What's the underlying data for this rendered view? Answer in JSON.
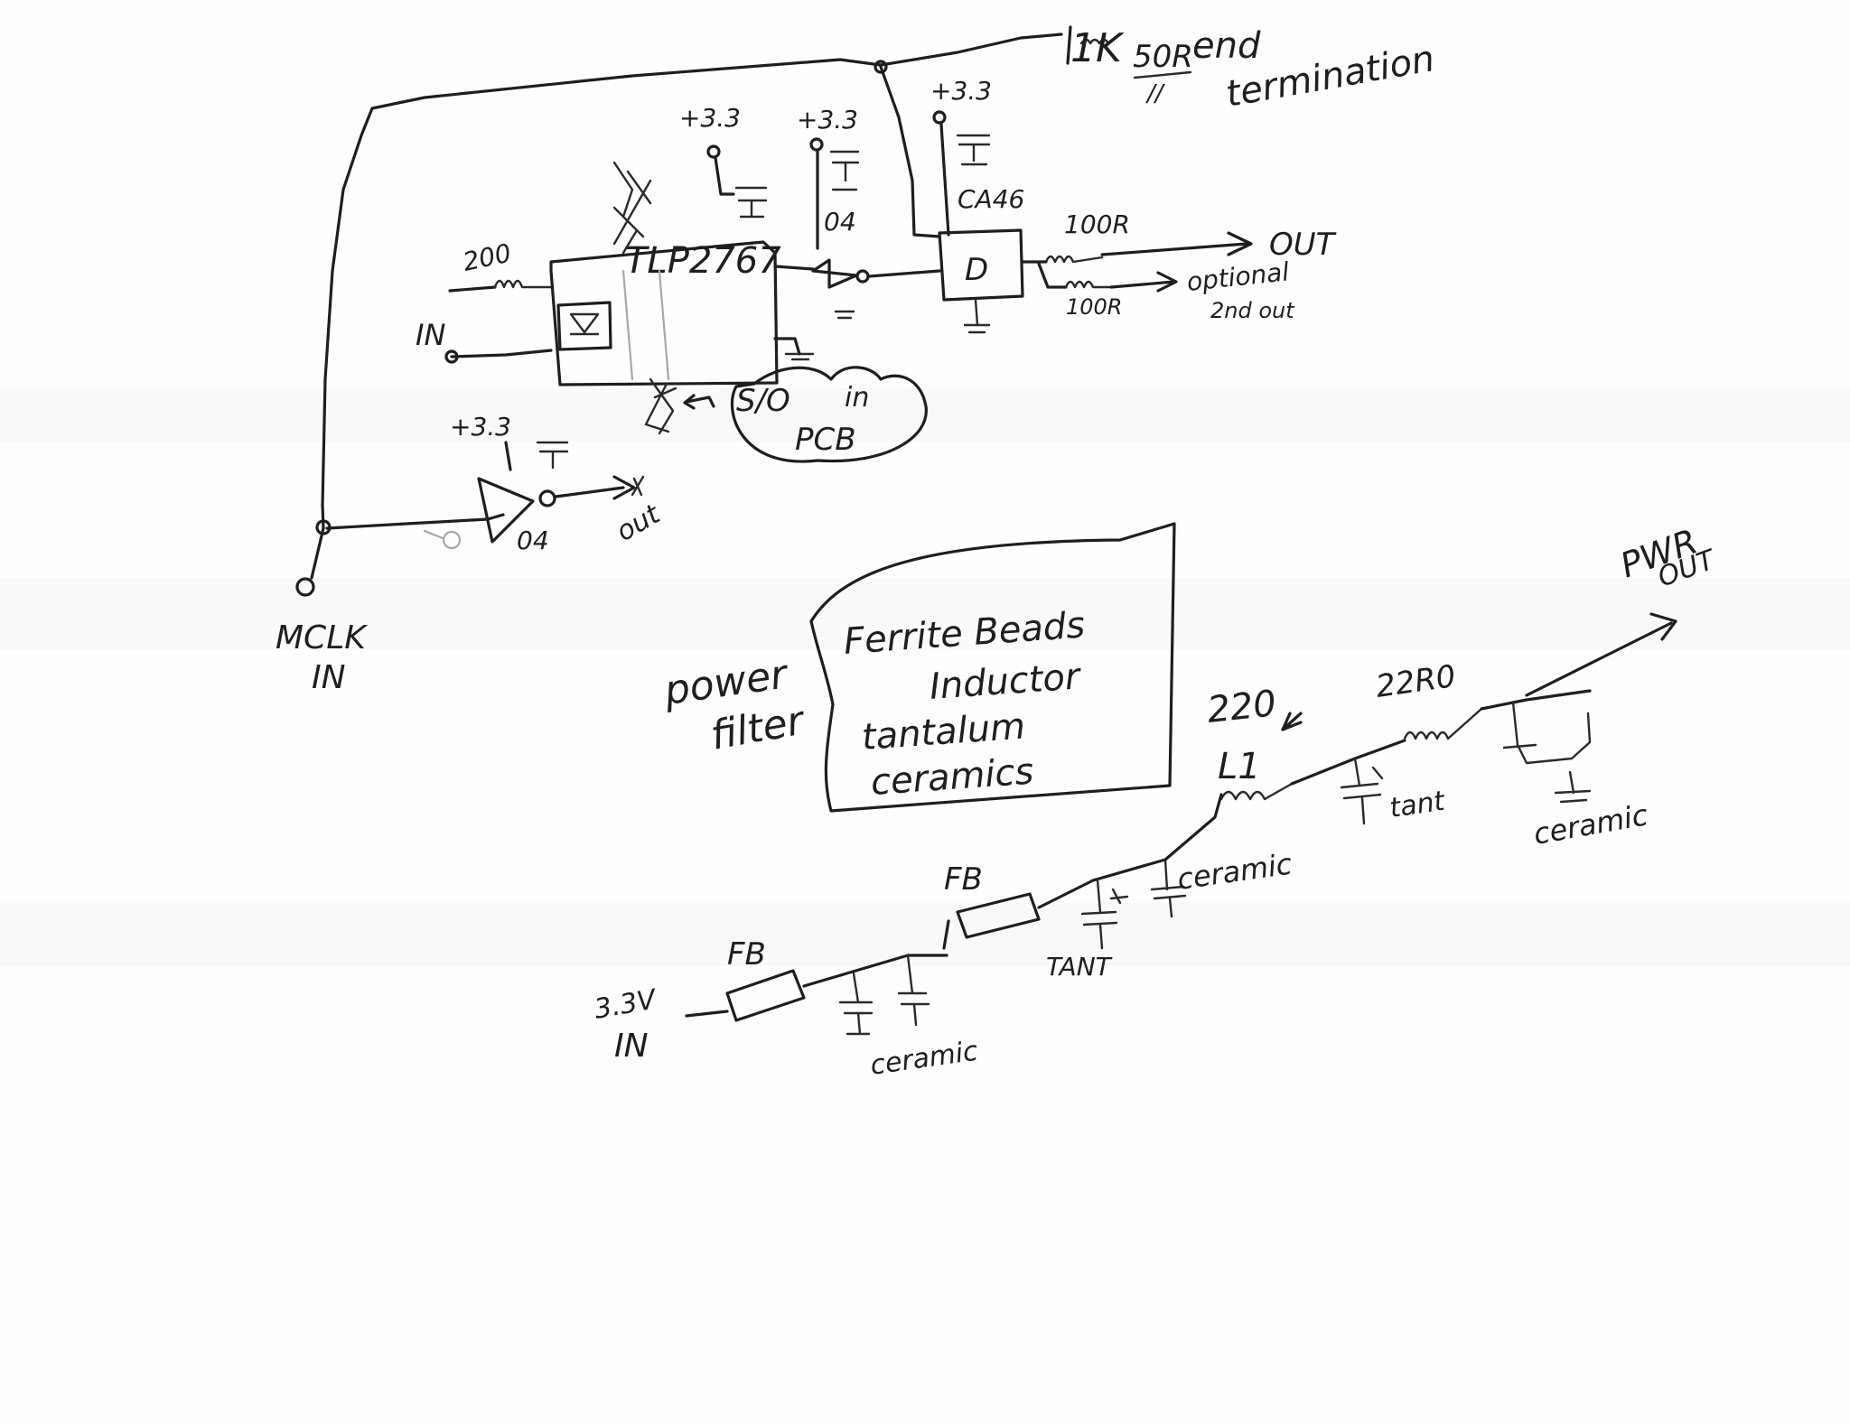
{
  "labels": {
    "termination_1": "1K",
    "termination_2": "50R",
    "termination_3": "end",
    "termination_4": "termination",
    "v_supply_1": "+3.3",
    "v_supply_2": "+3.3",
    "v_supply_3": "+3.3",
    "v_supply_4": "+3.3",
    "part_ca46": "CA46",
    "part_04_top": "04",
    "part_04_bottom": "04",
    "res_200": "200",
    "optocoupler": "TLP2767",
    "res_100r_1": "100R",
    "res_100r_2": "100R",
    "out": "OUT",
    "optional_1": "optional",
    "optional_2": "2nd out",
    "in": "IN",
    "solder_1": "S/O",
    "solder_2": "in",
    "solder_3": "PCB",
    "d_flipflop": "D",
    "out_bottom": "out",
    "mclk_1": "MCLK",
    "mclk_2": "IN",
    "power_1": "power",
    "power_2": "filter",
    "box_1": "Ferrite Beads",
    "box_2": "Inductor",
    "box_3": "tantalum",
    "box_4": "ceramics",
    "l1_value": "220",
    "l1_name": "L1",
    "res_22r0": "22R0",
    "pwr_1": "PWR",
    "pwr_2": "OUT",
    "ceramic_1": "ceramic",
    "ceramic_2": "ceramic",
    "ceramic_3": "ceramic",
    "tant_1": "tant",
    "tant_2": "TANT",
    "fb_1": "FB",
    "fb_2": "FB",
    "v_in_1": "3.3V",
    "v_in_2": "IN"
  }
}
